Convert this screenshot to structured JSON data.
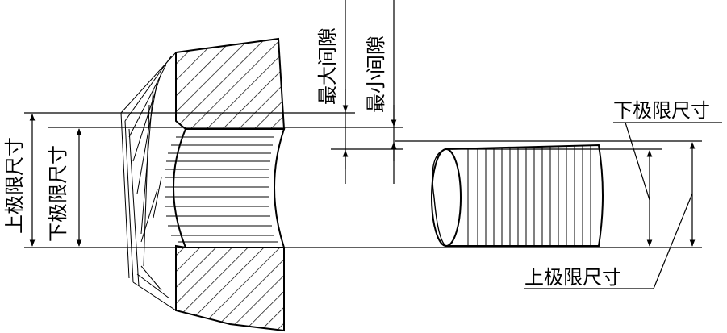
{
  "labels": {
    "hole_upper_limit": "上极限尺寸",
    "hole_lower_limit": "下极限尺寸",
    "max_clearance": "最大间隙",
    "min_clearance": "最小间隙",
    "shaft_lower_limit": "下极限尺寸",
    "shaft_upper_limit": "上极限尺寸"
  },
  "colors": {
    "line": "#000000",
    "background": "#ffffff"
  }
}
